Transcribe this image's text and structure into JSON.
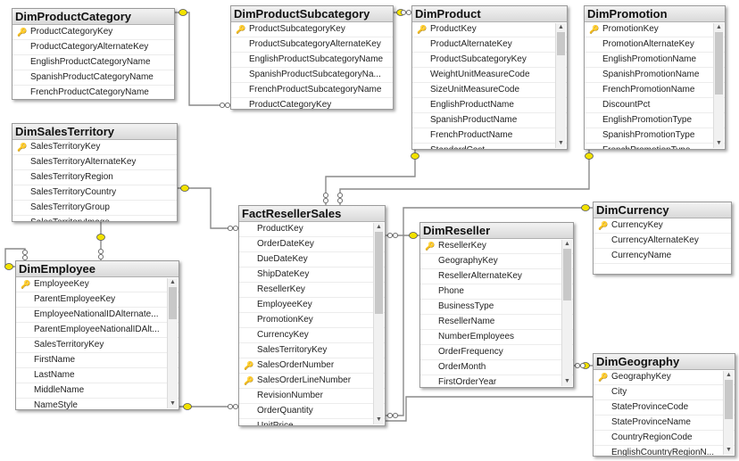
{
  "tables": {
    "product_category": {
      "title": "DimProductCategory",
      "columns": [
        {
          "name": "ProductCategoryKey",
          "key": true
        },
        {
          "name": "ProductCategoryAlternateKey",
          "key": false
        },
        {
          "name": "EnglishProductCategoryName",
          "key": false
        },
        {
          "name": "SpanishProductCategoryName",
          "key": false
        },
        {
          "name": "FrenchProductCategoryName",
          "key": false
        }
      ]
    },
    "product_subcategory": {
      "title": "DimProductSubcategory",
      "columns": [
        {
          "name": "ProductSubcategoryKey",
          "key": true
        },
        {
          "name": "ProductSubcategoryAlternateKey",
          "key": false
        },
        {
          "name": "EnglishProductSubcategoryName",
          "key": false
        },
        {
          "name": "SpanishProductSubcategoryNa...",
          "key": false
        },
        {
          "name": "FrenchProductSubcategoryName",
          "key": false
        },
        {
          "name": "ProductCategoryKey",
          "key": false
        }
      ]
    },
    "product": {
      "title": "DimProduct",
      "columns": [
        {
          "name": "ProductKey",
          "key": true
        },
        {
          "name": "ProductAlternateKey",
          "key": false
        },
        {
          "name": "ProductSubcategoryKey",
          "key": false
        },
        {
          "name": "WeightUnitMeasureCode",
          "key": false
        },
        {
          "name": "SizeUnitMeasureCode",
          "key": false
        },
        {
          "name": "EnglishProductName",
          "key": false
        },
        {
          "name": "SpanishProductName",
          "key": false
        },
        {
          "name": "FrenchProductName",
          "key": false
        },
        {
          "name": "StandardCost",
          "key": false
        }
      ]
    },
    "promotion": {
      "title": "DimPromotion",
      "columns": [
        {
          "name": "PromotionKey",
          "key": true
        },
        {
          "name": "PromotionAlternateKey",
          "key": false
        },
        {
          "name": "EnglishPromotionName",
          "key": false
        },
        {
          "name": "SpanishPromotionName",
          "key": false
        },
        {
          "name": "FrenchPromotionName",
          "key": false
        },
        {
          "name": "DiscountPct",
          "key": false
        },
        {
          "name": "EnglishPromotionType",
          "key": false
        },
        {
          "name": "SpanishPromotionType",
          "key": false
        },
        {
          "name": "FrenchPromotionType",
          "key": false
        }
      ]
    },
    "sales_territory": {
      "title": "DimSalesTerritory",
      "columns": [
        {
          "name": "SalesTerritoryKey",
          "key": true
        },
        {
          "name": "SalesTerritoryAlternateKey",
          "key": false
        },
        {
          "name": "SalesTerritoryRegion",
          "key": false
        },
        {
          "name": "SalesTerritoryCountry",
          "key": false
        },
        {
          "name": "SalesTerritoryGroup",
          "key": false
        },
        {
          "name": "SalesTerritoryImage",
          "key": false
        }
      ]
    },
    "fact_reseller_sales": {
      "title": "FactResellerSales",
      "columns": [
        {
          "name": "ProductKey",
          "key": false
        },
        {
          "name": "OrderDateKey",
          "key": false
        },
        {
          "name": "DueDateKey",
          "key": false
        },
        {
          "name": "ShipDateKey",
          "key": false
        },
        {
          "name": "ResellerKey",
          "key": false
        },
        {
          "name": "EmployeeKey",
          "key": false
        },
        {
          "name": "PromotionKey",
          "key": false
        },
        {
          "name": "CurrencyKey",
          "key": false
        },
        {
          "name": "SalesTerritoryKey",
          "key": false
        },
        {
          "name": "SalesOrderNumber",
          "key": true
        },
        {
          "name": "SalesOrderLineNumber",
          "key": true
        },
        {
          "name": "RevisionNumber",
          "key": false
        },
        {
          "name": "OrderQuantity",
          "key": false
        },
        {
          "name": "UnitPrice",
          "key": false
        }
      ]
    },
    "currency": {
      "title": "DimCurrency",
      "columns": [
        {
          "name": "CurrencyKey",
          "key": true
        },
        {
          "name": "CurrencyAlternateKey",
          "key": false
        },
        {
          "name": "CurrencyName",
          "key": false
        }
      ]
    },
    "reseller": {
      "title": "DimReseller",
      "columns": [
        {
          "name": "ResellerKey",
          "key": true
        },
        {
          "name": "GeographyKey",
          "key": false
        },
        {
          "name": "ResellerAlternateKey",
          "key": false
        },
        {
          "name": "Phone",
          "key": false
        },
        {
          "name": "BusinessType",
          "key": false
        },
        {
          "name": "ResellerName",
          "key": false
        },
        {
          "name": "NumberEmployees",
          "key": false
        },
        {
          "name": "OrderFrequency",
          "key": false
        },
        {
          "name": "OrderMonth",
          "key": false
        },
        {
          "name": "FirstOrderYear",
          "key": false
        }
      ]
    },
    "employee": {
      "title": "DimEmployee",
      "columns": [
        {
          "name": "EmployeeKey",
          "key": true
        },
        {
          "name": "ParentEmployeeKey",
          "key": false
        },
        {
          "name": "EmployeeNationalIDAlternate...",
          "key": false
        },
        {
          "name": "ParentEmployeeNationalIDAlt...",
          "key": false
        },
        {
          "name": "SalesTerritoryKey",
          "key": false
        },
        {
          "name": "FirstName",
          "key": false
        },
        {
          "name": "LastName",
          "key": false
        },
        {
          "name": "MiddleName",
          "key": false
        },
        {
          "name": "NameStyle",
          "key": false
        }
      ]
    },
    "geography": {
      "title": "DimGeography",
      "columns": [
        {
          "name": "GeographyKey",
          "key": true
        },
        {
          "name": "City",
          "key": false
        },
        {
          "name": "StateProvinceCode",
          "key": false
        },
        {
          "name": "StateProvinceName",
          "key": false
        },
        {
          "name": "CountryRegionCode",
          "key": false
        },
        {
          "name": "EnglishCountryRegionN...",
          "key": false
        }
      ]
    }
  },
  "relationships": [
    {
      "from": "product_subcategory",
      "to": "product_category"
    },
    {
      "from": "product",
      "to": "product_subcategory"
    },
    {
      "from": "fact_reseller_sales",
      "to": "product"
    },
    {
      "from": "fact_reseller_sales",
      "to": "promotion"
    },
    {
      "from": "fact_reseller_sales",
      "to": "sales_territory"
    },
    {
      "from": "employee",
      "to": "sales_territory"
    },
    {
      "from": "employee",
      "to": "employee"
    },
    {
      "from": "fact_reseller_sales",
      "to": "employee"
    },
    {
      "from": "fact_reseller_sales",
      "to": "reseller"
    },
    {
      "from": "fact_reseller_sales",
      "to": "currency"
    },
    {
      "from": "reseller",
      "to": "geography"
    },
    {
      "from": "fact_reseller_sales",
      "to": "geography"
    }
  ],
  "colors": {
    "key_marker": "#f2e200",
    "line": "#8a8a8a",
    "title_bg": "#e2e2e2"
  },
  "icons": {
    "primary_key": "key-icon",
    "one_end": "key-endpoint-icon",
    "many_end": "infinity-endpoint-icon"
  }
}
